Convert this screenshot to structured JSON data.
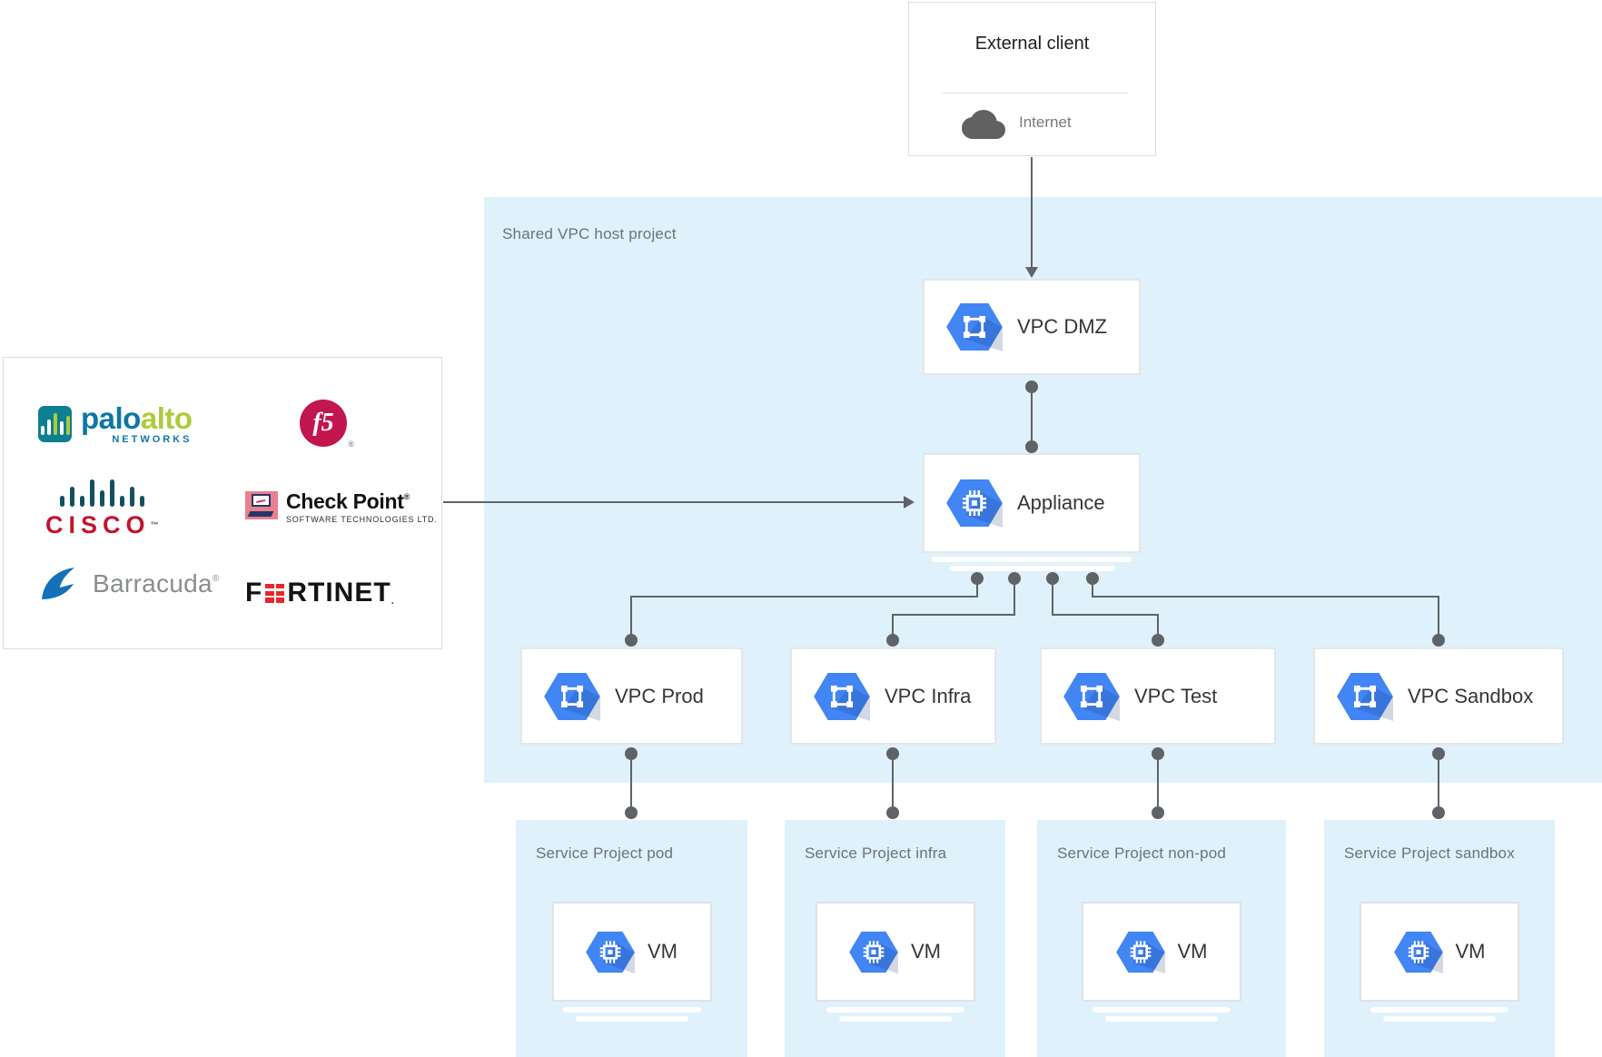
{
  "external_client": {
    "title": "External client",
    "internet_label": "Internet"
  },
  "shared_vpc": {
    "label": "Shared VPC host project"
  },
  "nodes": {
    "vpc_dmz": {
      "label": "VPC DMZ"
    },
    "appliance": {
      "label": "Appliance"
    },
    "vpc_prod": {
      "label": "VPC Prod"
    },
    "vpc_infra": {
      "label": "VPC Infra"
    },
    "vpc_test": {
      "label": "VPC Test"
    },
    "vpc_sandbox": {
      "label": "VPC Sandbox"
    }
  },
  "service_projects": [
    {
      "label": "Service Project pod",
      "vm_label": "VM"
    },
    {
      "label": "Service Project infra",
      "vm_label": "VM"
    },
    {
      "label": "Service Project non-pod",
      "vm_label": "VM"
    },
    {
      "label": "Service Project sandbox",
      "vm_label": "VM"
    }
  ],
  "vendors": {
    "palo_alto": {
      "word_blue": "palo",
      "word_green": "alto",
      "subtext": "NETWORKS"
    },
    "f5": {
      "label": "f5",
      "reg": "®"
    },
    "cisco": {
      "label": "CISCO",
      "tm": "™"
    },
    "check_point": {
      "label": "Check Point",
      "reg": "®",
      "subtext": "SOFTWARE TECHNOLOGIES LTD."
    },
    "barracuda": {
      "label": "Barracuda",
      "reg": "®"
    },
    "fortinet": {
      "label_start": "F",
      "label_end": "RTINET",
      "reg": "."
    }
  },
  "colors": {
    "host_project_bg": "#DFF1FB",
    "gcp_icon_blue": "#4285F4",
    "connector_gray": "#5F6368",
    "cisco_red": "#C4122E",
    "f5_red": "#C2164E",
    "fortinet_red": "#E8272D",
    "barracuda_blue": "#1470B8",
    "palo_alto_teal": "#0D7F92",
    "palo_alto_green": "#ADCB3C",
    "check_point_pink": "#E8818D"
  }
}
